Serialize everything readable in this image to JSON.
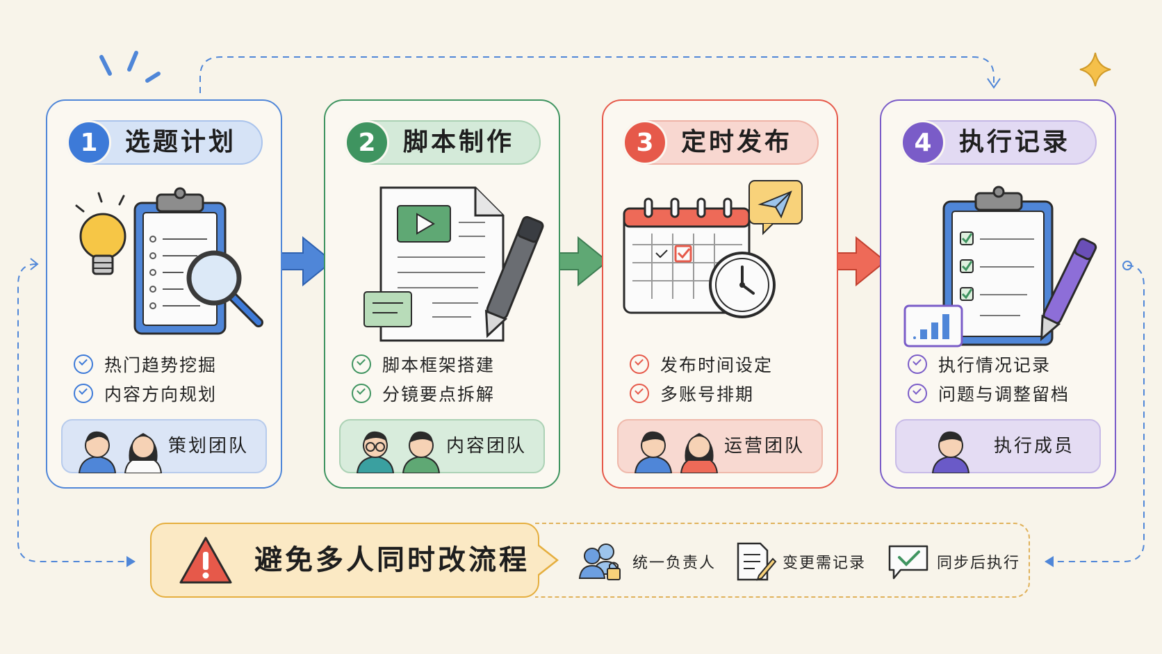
{
  "steps": [
    {
      "number": "1",
      "title": "选题计划",
      "color": "#3d7ad8",
      "pill_fill": "#d6e3f6",
      "items": [
        "热门趋势挖掘",
        "内容方向规划"
      ],
      "team": "策划团队",
      "team_fill": "#dbe5f6"
    },
    {
      "number": "2",
      "title": "脚本制作",
      "color": "#3f9460",
      "pill_fill": "#d4ead9",
      "items": [
        "脚本框架搭建",
        "分镜要点拆解"
      ],
      "team": "内容团队",
      "team_fill": "#d8ecdc"
    },
    {
      "number": "3",
      "title": "定时发布",
      "color": "#e6594a",
      "pill_fill": "#f8d7d0",
      "items": [
        "发布时间设定",
        "多账号排期"
      ],
      "team": "运营团队",
      "team_fill": "#f8d9d1"
    },
    {
      "number": "4",
      "title": "执行记录",
      "color": "#7a5cc8",
      "pill_fill": "#e2daf3",
      "items": [
        "执行情况记录",
        "问题与调整留档"
      ],
      "team": "执行成员",
      "team_fill": "#e4dcf3"
    }
  ],
  "warning": {
    "text": "避免多人同时改流程",
    "color": "#e6594a"
  },
  "rules": [
    {
      "icon": "user-lock-icon",
      "label": "统一负责人"
    },
    {
      "icon": "edit-document-icon",
      "label": "变更需记录"
    },
    {
      "icon": "check-chat-icon",
      "label": "同步后执行"
    }
  ]
}
